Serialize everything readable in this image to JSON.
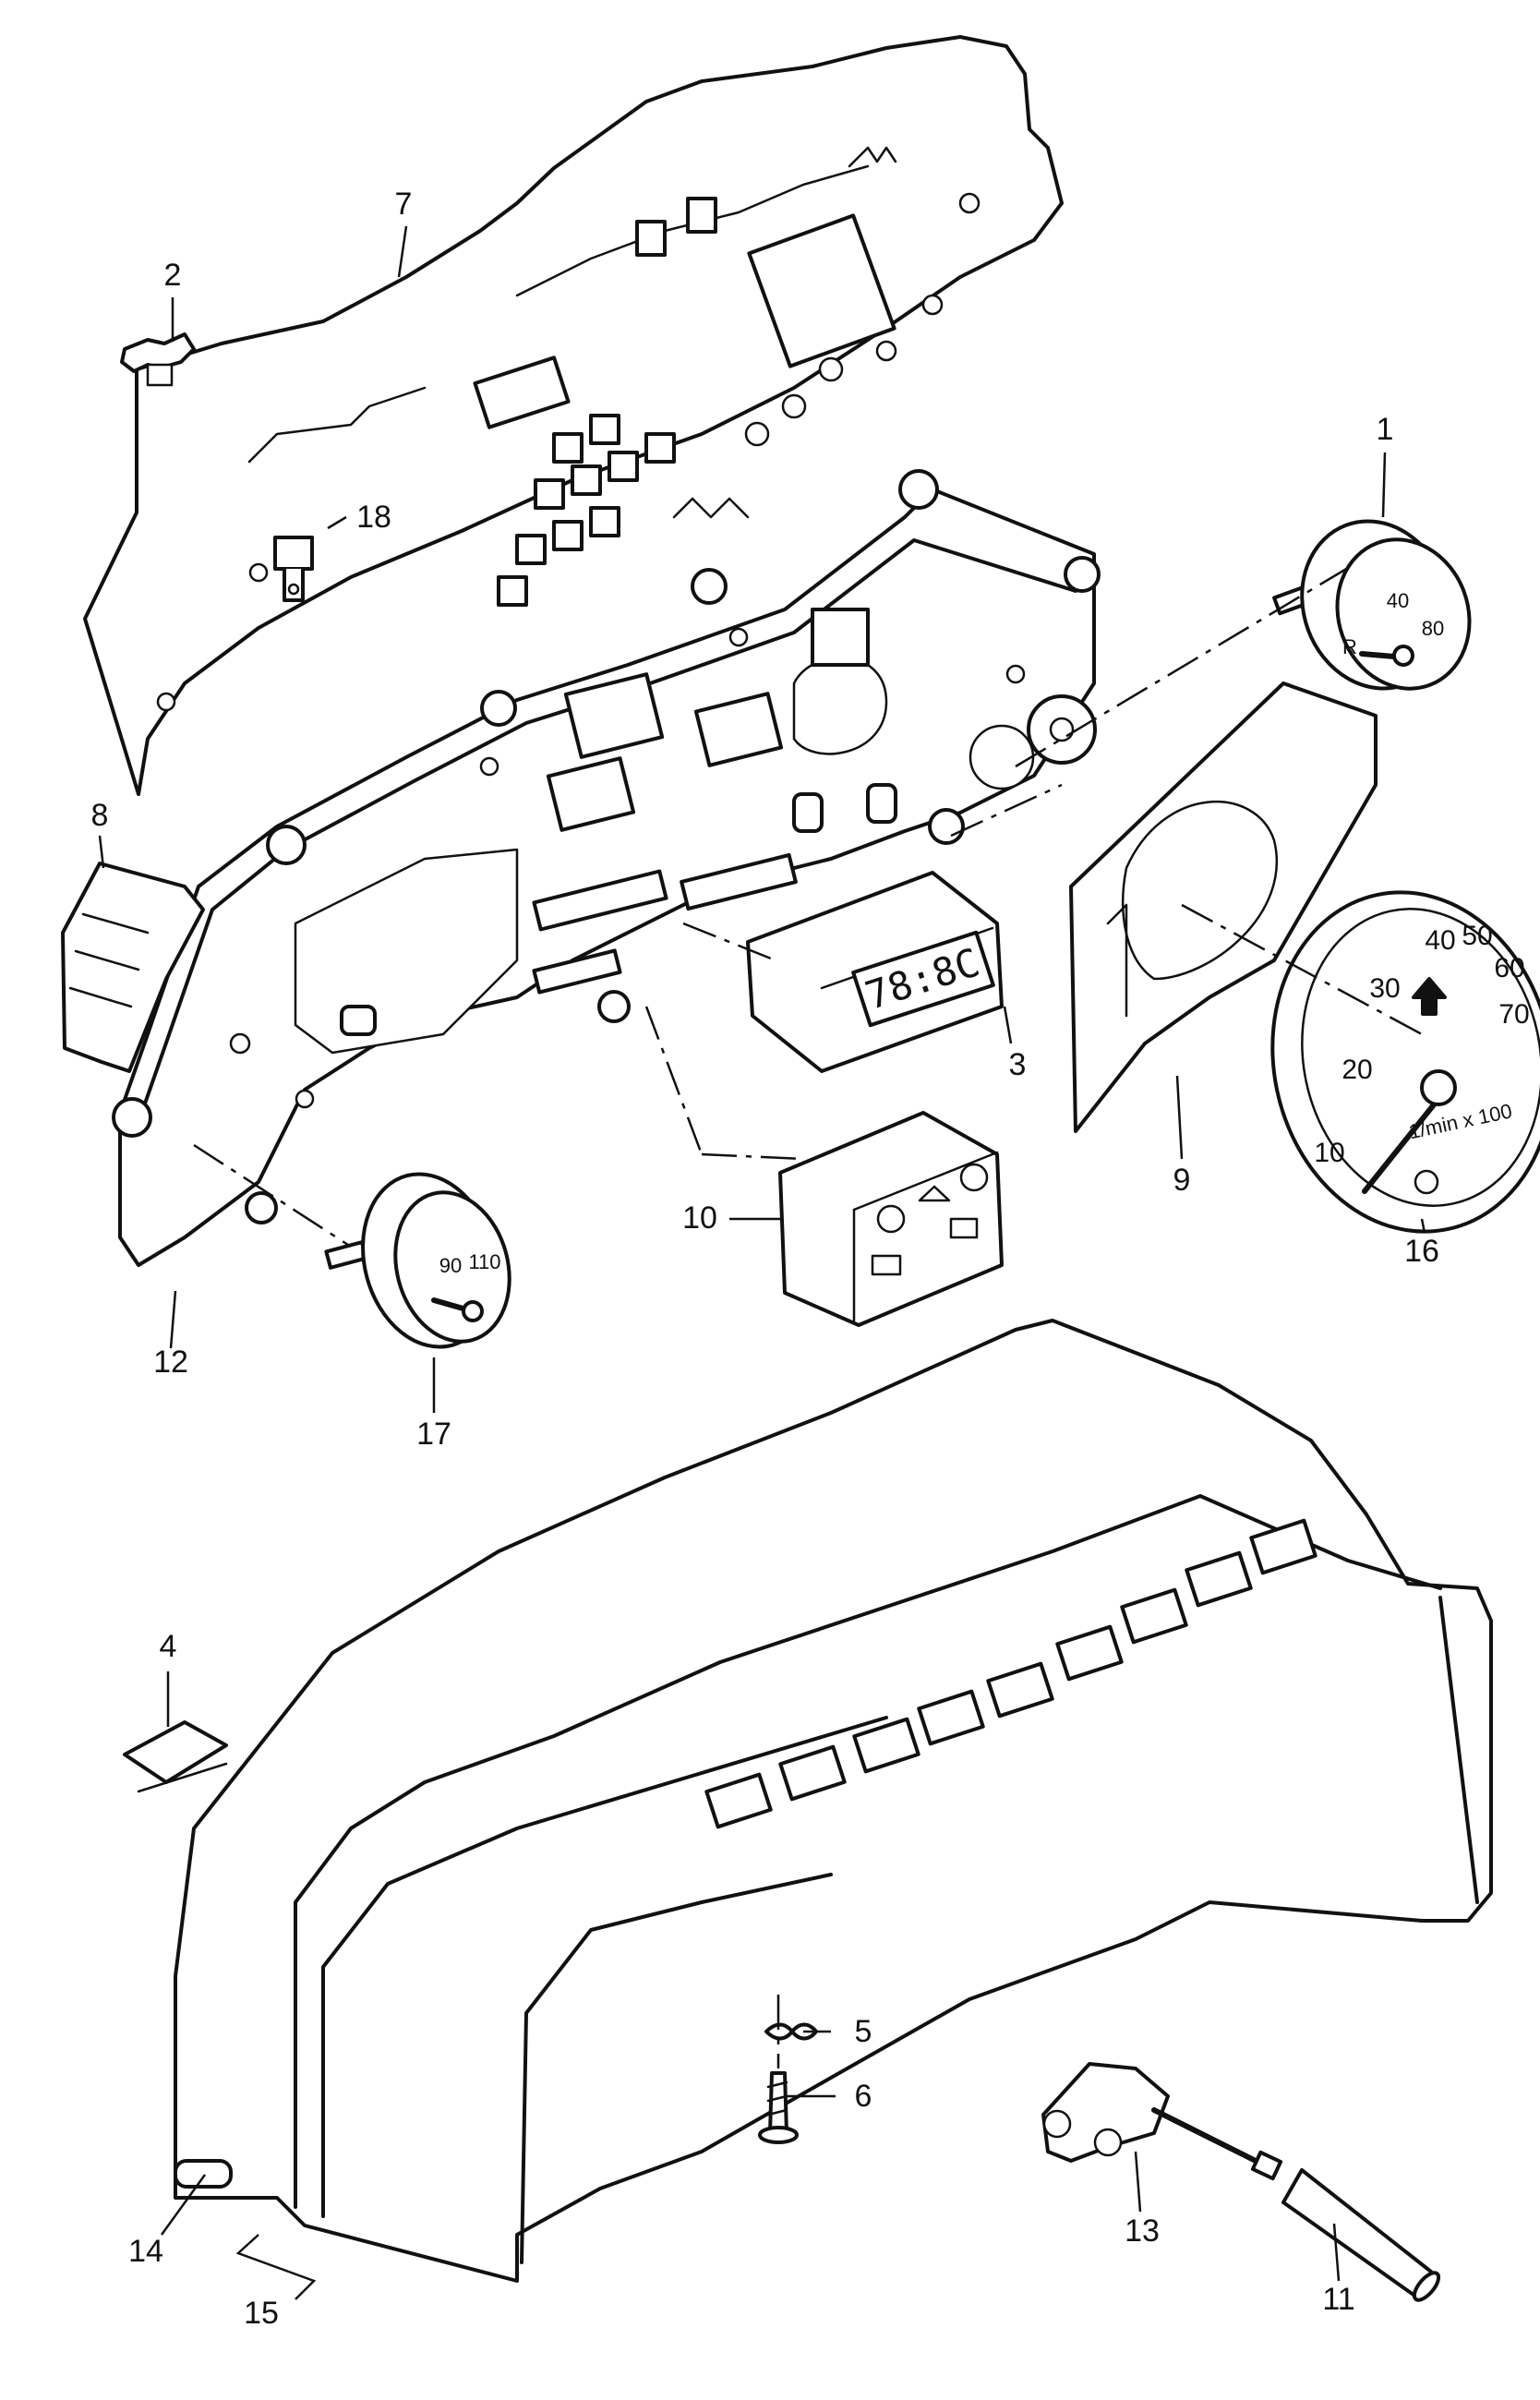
{
  "callouts": {
    "c1": "1",
    "c2": "2",
    "c3": "3",
    "c4": "4",
    "c5": "5",
    "c6": "6",
    "c7": "7",
    "c8": "8",
    "c9": "9",
    "c10": "10",
    "c11": "11",
    "c12": "12",
    "c13": "13",
    "c14": "14",
    "c15": "15",
    "c16": "16",
    "c17": "17",
    "c18": "18"
  },
  "gauge_1": {
    "scale_1": "40",
    "scale_2": "80",
    "mark": "R"
  },
  "gauge_16": {
    "scale_10": "10",
    "scale_20": "20",
    "scale_30": "30",
    "scale_40": "40",
    "scale_50": "50",
    "scale_60": "60",
    "scale_70": "70",
    "unit": "1/min x 100"
  },
  "gauge_17": {
    "scale_90": "90",
    "scale_110": "110"
  },
  "clock_3": {
    "display": "78:8C"
  },
  "colors": {
    "line": "#111111",
    "paper": "#ffffff"
  }
}
